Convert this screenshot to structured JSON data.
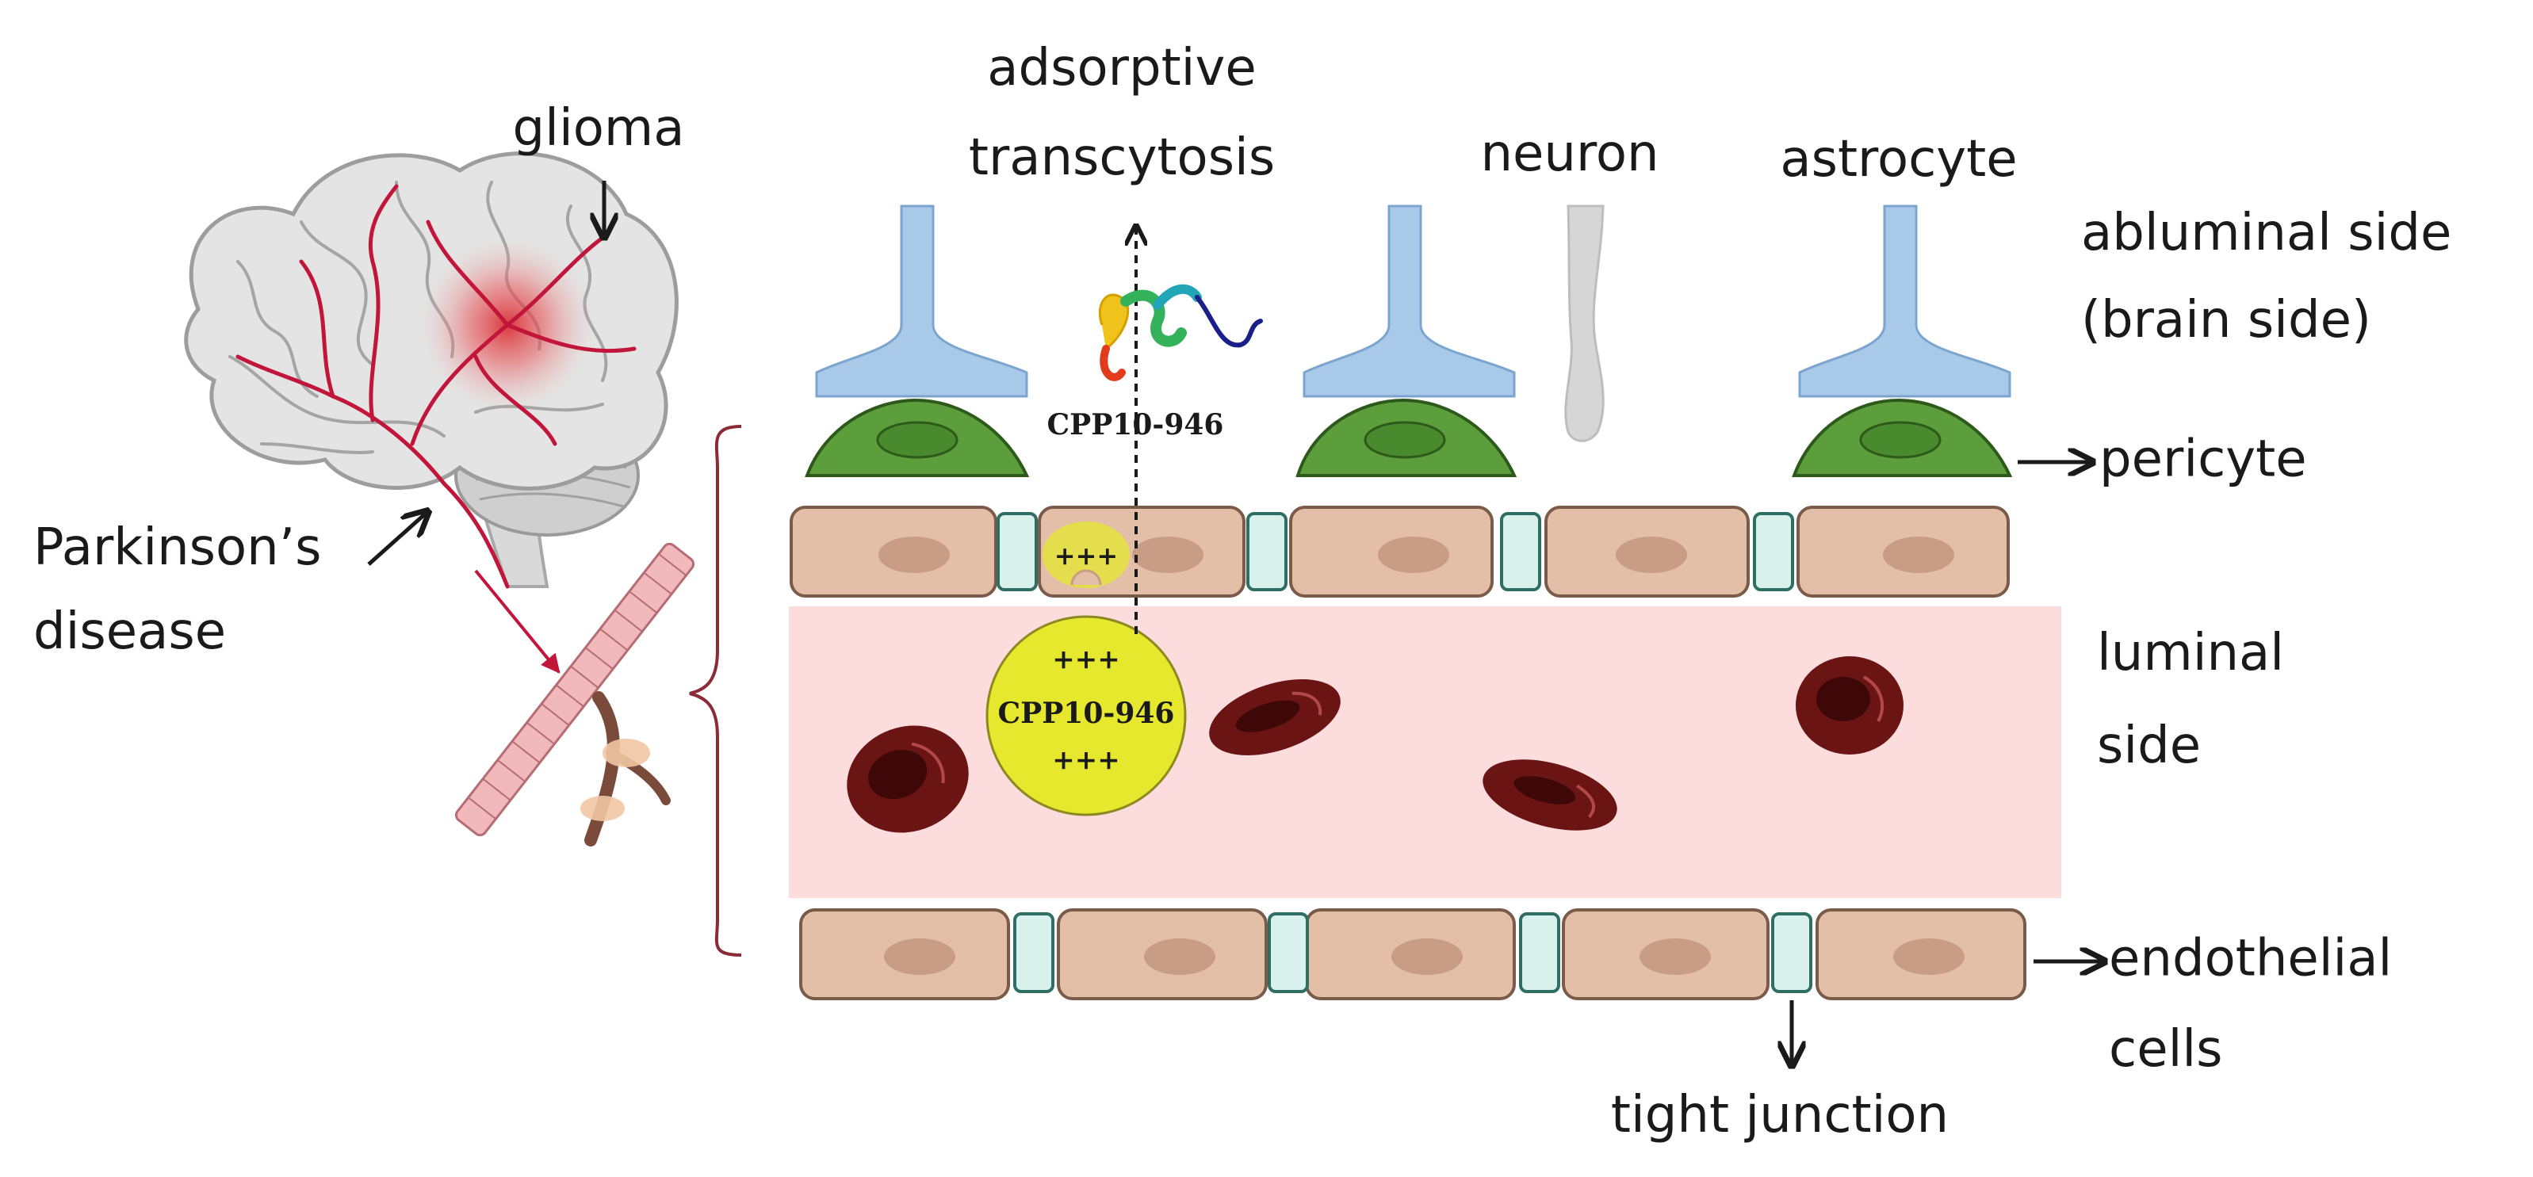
{
  "labels": {
    "glioma": "glioma",
    "adsorptive": "adsorptive",
    "transcytosis": "transcytosis",
    "neuron": "neuron",
    "astrocyte": "astrocyte",
    "abluminal_1": "abluminal side",
    "abluminal_2": "(brain side)",
    "pericyte": "pericyte",
    "parkinsons_1": "Parkinson’s",
    "parkinsons_2": "disease",
    "luminal_1": "luminal",
    "luminal_2": "side",
    "endothelial_1": "endothelial",
    "endothelial_2": "cells",
    "tight_junction": "tight junction"
  },
  "peptide": {
    "name_top": "CPP10-946",
    "charge_cell": "+++",
    "charge_top": "+++",
    "name_lumen": "CPP10-946",
    "charge_bottom": "+++"
  },
  "colors": {
    "lumen": "#fcdcdc",
    "endothelial": "#e3bfa8",
    "nucleus": "#c99c86",
    "tight_junction": "#d8f1ec",
    "pericyte": "#5c9e3c",
    "astrocyte": "#a9c9e9",
    "neuron": "#d6d6d6",
    "blood_cell": "#6b1414",
    "cpp_particle": "#e6e82d",
    "bracket": "#8b2b36",
    "vessel_red": "#c2153a"
  }
}
